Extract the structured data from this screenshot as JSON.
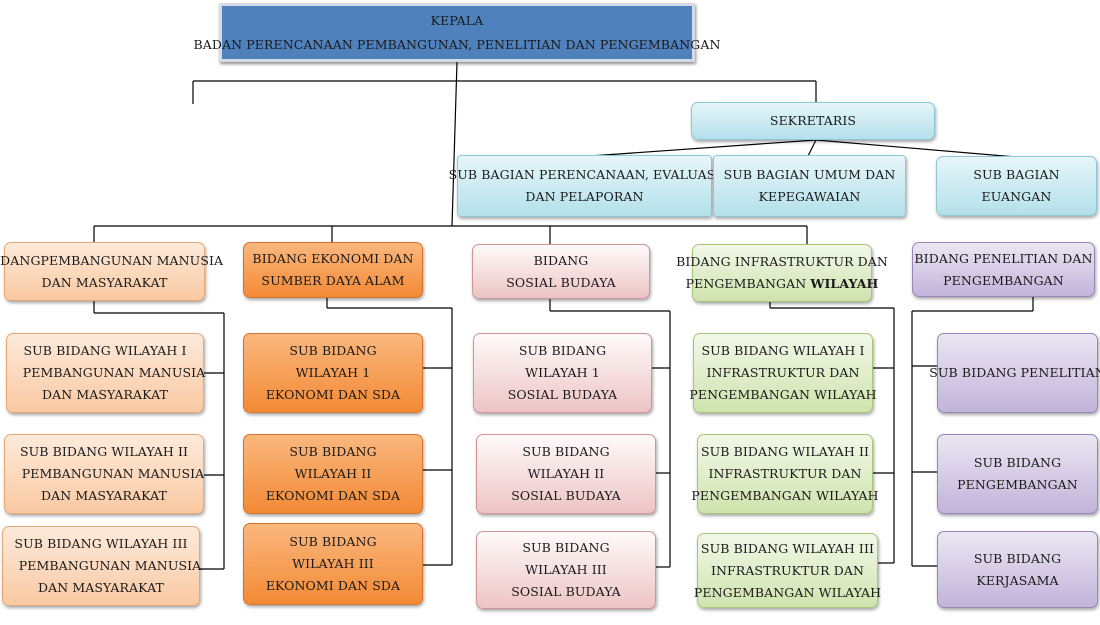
{
  "kepala": {
    "line1": "KEPALA",
    "line2": "BADAN PERENCANAAN PEMBANGUNAN, PENELITIAN DAN PENGEMBANGAN"
  },
  "sekretaris": {
    "line1": "SEKRETARIS"
  },
  "sub_bagian": [
    {
      "line1": "SUB BAGIAN PERENCANAAN, EVALUASI",
      "line2": "DAN PELAPORAN"
    },
    {
      "line1": "SUB BAGIAN UMUM DAN",
      "line2": "KEPEGAWAIAN"
    },
    {
      "line1": "SUB BAGIAN",
      "line2": "EUANGAN"
    }
  ],
  "bidang": [
    {
      "line1": "BIDANGPEMBANGUNAN MANUSIA",
      "line2": "DAN MASYARAKAT"
    },
    {
      "line1": "BIDANG EKONOMI DAN",
      "line2": "SUMBER DAYA ALAM"
    },
    {
      "line1": "BIDANG",
      "line2": "SOSIAL BUDAYA"
    },
    {
      "line1": "BIDANG INFRASTRUKTUR DAN",
      "line2a": "PENGEMBANGAN ",
      "line2b": "WILAYAH"
    },
    {
      "line1": "BIDANG PENELITIAN DAN",
      "line2": "PENGEMBANGAN"
    }
  ],
  "sub_bidang_pembangunan": [
    {
      "line1": "SUB BIDANG WILAYAH I",
      "line2": "PEMBANGUNAN MANUSIA",
      "line3": "DAN MASYARAKAT"
    },
    {
      "line1": "SUB BIDANG WILAYAH II",
      "line2": "PEMBANGUNAN MANUSIA",
      "line3": "DAN MASYARAKAT"
    },
    {
      "line1": "SUB BIDANG WILAYAH III",
      "line2": "PEMBANGUNAN MANUSIA",
      "line3": "DAN MASYARAKAT"
    }
  ],
  "sub_bidang_ekonomi": [
    {
      "line1": "SUB BIDANG",
      "line2": "WILAYAH 1",
      "line3": "EKONOMI DAN SDA"
    },
    {
      "line1": "SUB BIDANG",
      "line2": "WILAYAH II",
      "line3": "EKONOMI DAN SDA"
    },
    {
      "line1": "SUB BIDANG",
      "line2": "WILAYAH III",
      "line3": "EKONOMI DAN SDA"
    }
  ],
  "sub_bidang_sosial": [
    {
      "line1": "SUB BIDANG",
      "line2": "WILAYAH 1",
      "line3": "SOSIAL BUDAYA"
    },
    {
      "line1": "SUB BIDANG",
      "line2": "WILAYAH II",
      "line3": "SOSIAL BUDAYA"
    },
    {
      "line1": "SUB BIDANG",
      "line2": "WILAYAH III",
      "line3": "SOSIAL BUDAYA"
    }
  ],
  "sub_bidang_infrastruktur": [
    {
      "line1": "SUB BIDANG WILAYAH I",
      "line2": "INFRASTRUKTUR DAN",
      "line3": "PENGEMBANGAN WILAYAH"
    },
    {
      "line1": "SUB BIDANG WILAYAH II",
      "line2": "INFRASTRUKTUR DAN",
      "line3": "PENGEMBANGAN WILAYAH"
    },
    {
      "line1": "SUB BIDANG WILAYAH III",
      "line2": "INFRASTRUKTUR DAN",
      "line3": "PENGEMBANGAN WILAYAH"
    }
  ],
  "sub_bidang_penelitian": [
    {
      "line1": "SUB BIDANG PENELITIAN"
    },
    {
      "line1": "SUB BIDANG",
      "line2": "PENGEMBANGAN"
    },
    {
      "line1": "SUB BIDANG",
      "line2": "KERJASAMA"
    }
  ],
  "colors": {
    "kepala": "#4f81bd",
    "sekretariat": "#b4e0ea",
    "pembangunan_manusia": "#f9c9a2",
    "ekonomi": "#f38a35",
    "sosial_budaya": "#edc4c5",
    "infrastruktur": "#cfe3ad",
    "penelitian": "#c2b4da",
    "connector": "#000000"
  }
}
